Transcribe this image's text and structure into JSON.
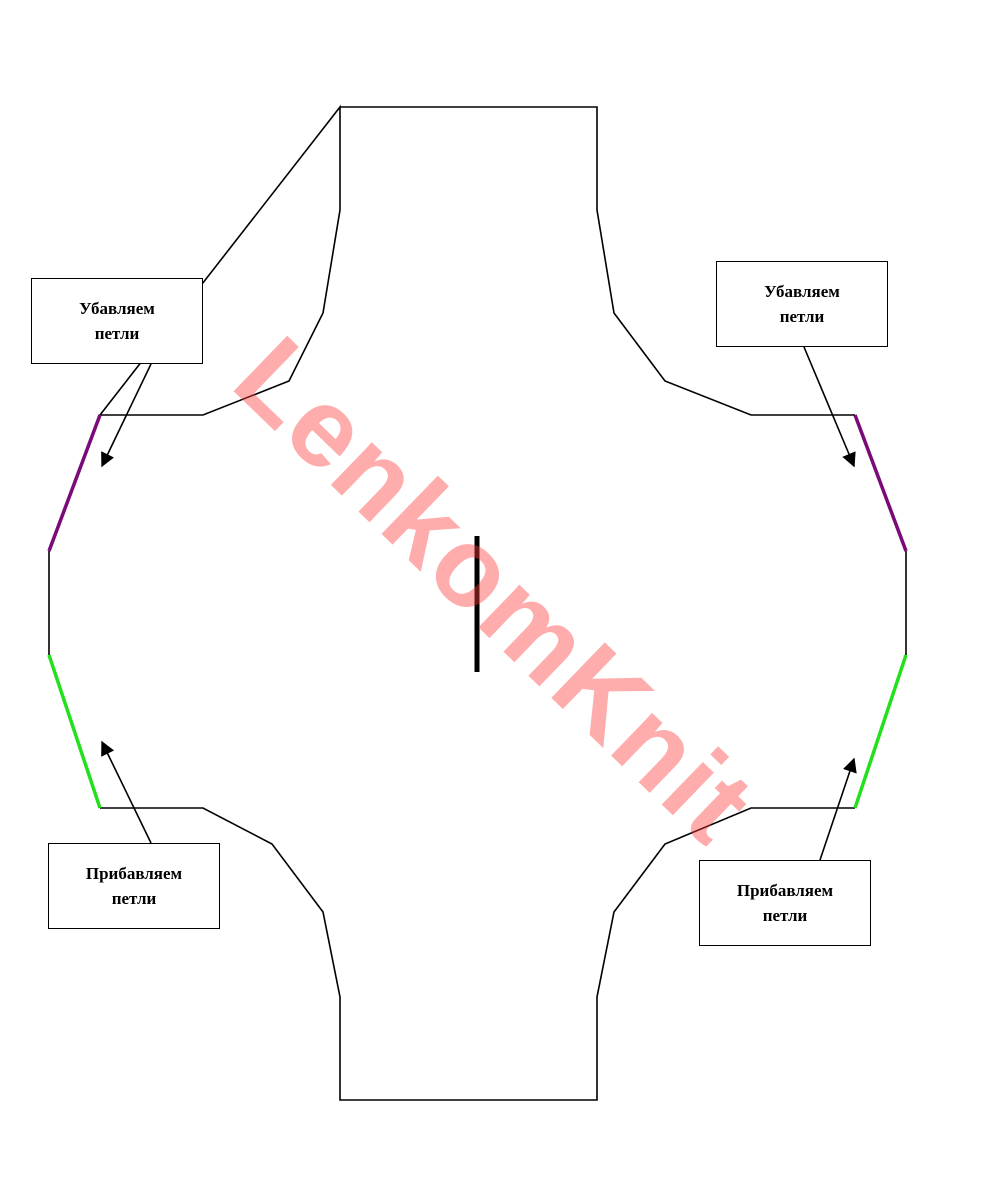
{
  "labels": {
    "top_left": {
      "line1": "Убавляем",
      "line2": "петли"
    },
    "top_right": {
      "line1": "Убавляем",
      "line2": "петли"
    },
    "bottom_left": {
      "line1": "Прибавляем",
      "line2": "петли"
    },
    "bottom_right": {
      "line1": "Прибавляем",
      "line2": "петли"
    }
  },
  "watermark": "LenkomKnit",
  "colors": {
    "outline": "#000000",
    "decrease_edge": "#7a0a7a",
    "increase_edge": "#22e01a",
    "watermark": "#ff3b3b"
  }
}
